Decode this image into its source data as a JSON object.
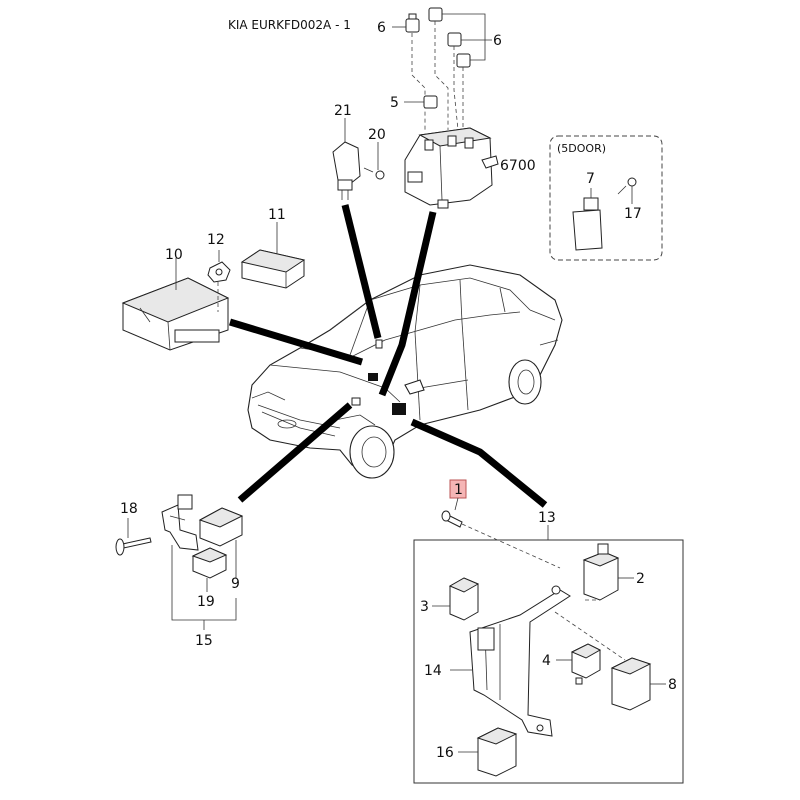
{
  "title": "KIA EURKFD002A - 1",
  "highlight_color": "#f5b5b5",
  "variant_box": {
    "label": "(5DOOR)"
  },
  "callouts": {
    "c1": "1",
    "c2": "2",
    "c3": "3",
    "c4": "4",
    "c5": "5",
    "c6a": "6",
    "c6b": "6",
    "c7": "7",
    "c8": "8",
    "c9": "9",
    "c10": "10",
    "c11": "11",
    "c12": "12",
    "c13": "13",
    "c14": "14",
    "c15": "15",
    "c16": "16",
    "c17": "17",
    "c18": "18",
    "c19": "19",
    "c20": "20",
    "c21": "21"
  },
  "ref_label": "6700"
}
